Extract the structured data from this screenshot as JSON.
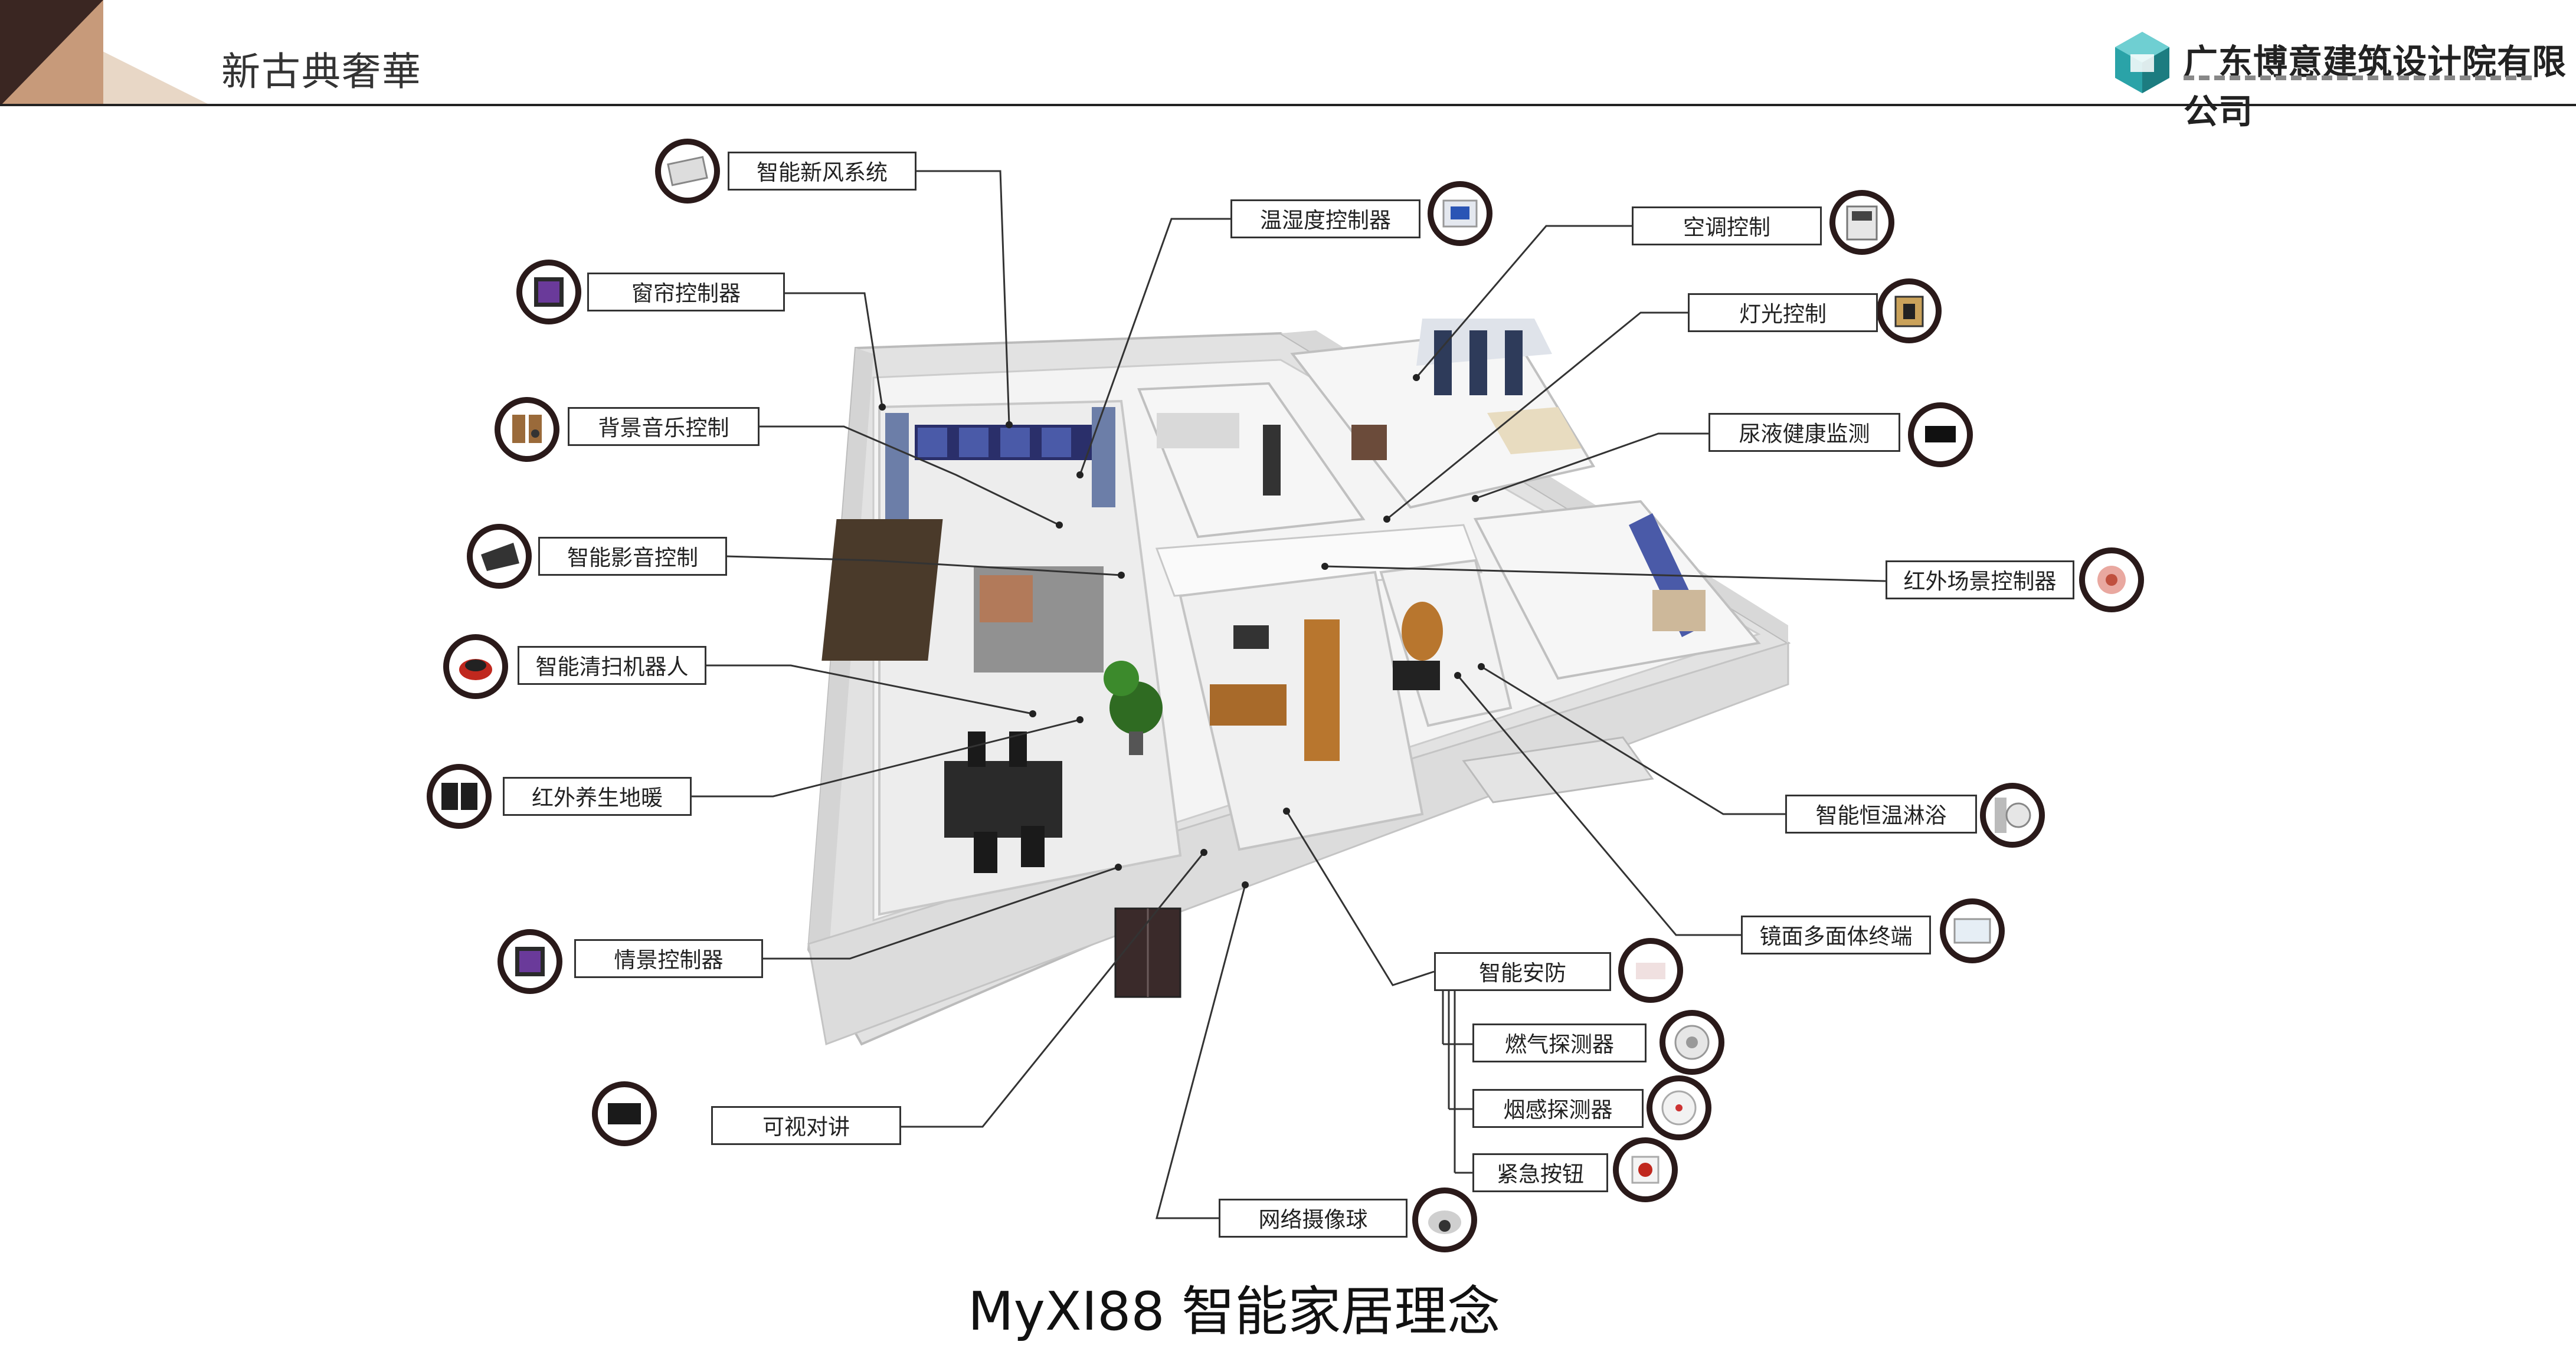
{
  "header": {
    "brand_title": "新古典奢華",
    "company_name": "广东博意建筑设计院有限公司"
  },
  "labels": [
    {
      "key": "fresh_air",
      "text": "智能新风系统",
      "icon": "vent-icon"
    },
    {
      "key": "curtain",
      "text": "窗帘控制器",
      "icon": "tablet-icon"
    },
    {
      "key": "bg_music",
      "text": "背景音乐控制",
      "icon": "speaker-icon"
    },
    {
      "key": "av",
      "text": "智能影音控制",
      "icon": "remote-icon"
    },
    {
      "key": "robot",
      "text": "智能清扫机器人",
      "icon": "robot-vacuum-icon"
    },
    {
      "key": "floor_heat",
      "text": "红外养生地暖",
      "icon": "heating-panel-icon"
    },
    {
      "key": "scene",
      "text": "情景控制器",
      "icon": "tablet-icon"
    },
    {
      "key": "intercom",
      "text": "可视对讲",
      "icon": "intercom-screen-icon"
    },
    {
      "key": "camera",
      "text": "网络摄像球",
      "icon": "dome-camera-icon"
    },
    {
      "key": "security",
      "text": "智能安防",
      "icon": "sensor-icon"
    },
    {
      "key": "gas",
      "text": "燃气探测器",
      "icon": "gas-detector-icon"
    },
    {
      "key": "smoke",
      "text": "烟感探测器",
      "icon": "smoke-detector-icon"
    },
    {
      "key": "emergency",
      "text": "紧急按钮",
      "icon": "emergency-button-icon"
    },
    {
      "key": "humidity",
      "text": "温湿度控制器",
      "icon": "thermostat-icon"
    },
    {
      "key": "ac",
      "text": "空调控制",
      "icon": "ac-panel-icon"
    },
    {
      "key": "light",
      "text": "灯光控制",
      "icon": "light-switch-icon"
    },
    {
      "key": "urine",
      "text": "尿液健康监测",
      "icon": "health-monitor-icon"
    },
    {
      "key": "ir_scene",
      "text": "红外场景控制器",
      "icon": "ir-controller-icon"
    },
    {
      "key": "shower",
      "text": "智能恒温淋浴",
      "icon": "shower-valve-icon"
    },
    {
      "key": "mirror",
      "text": "镜面多面体终端",
      "icon": "mirror-terminal-icon"
    }
  ],
  "bottom_title": "MyXI88  智能家居理念",
  "colors": {
    "corner_dark": "#3a2622",
    "corner_mid": "#c79a7a",
    "corner_light": "#e8d7c6",
    "logo_teal": "#2aa3a8",
    "line": "#333333",
    "wall": "#e9e9e9",
    "floor": "#f3f3f3"
  }
}
